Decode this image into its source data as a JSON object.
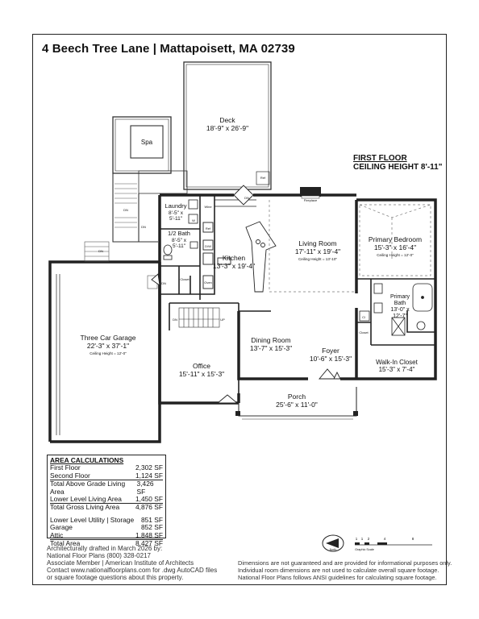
{
  "header": {
    "title": "4 Beech Tree Lane | Mattapoisett, MA 02739"
  },
  "floor_info": {
    "floor_name": "FIRST FLOOR",
    "ceiling": "CEILING HEIGHT 8'-11\""
  },
  "rooms": {
    "deck": {
      "name": "Deck",
      "dims": "18'-9\" x 26'-9\""
    },
    "spa": {
      "name": "Spa"
    },
    "laundry": {
      "name": "Laundry",
      "dims1": "8'-5\" x",
      "dims2": "5'-11\""
    },
    "half_bath": {
      "name": "1/2 Bath",
      "dims1": "8'-5\" x",
      "dims2": "5'-11\""
    },
    "kitchen": {
      "name": "Kitchen",
      "dims": "13'-3\" x 19'-4\""
    },
    "living": {
      "name": "Living Room",
      "dims": "17'-11\" x 19'-4\"",
      "ceiling": "Ceiling Height = 13'-10\""
    },
    "primary_bed": {
      "name": "Primary Bedroom",
      "dims": "15'-3\" x 16'-4\"",
      "ceiling": "Ceiling Height = 12'-0\""
    },
    "primary_bath": {
      "name1": "Primary",
      "name2": "Bath",
      "dims1": "13'-0\" x",
      "dims2": "12'-7\""
    },
    "garage": {
      "name": "Three Car Garage",
      "dims": "22'-3\" x 37'-1\"",
      "ceiling": "Ceiling Height = 12'-0\""
    },
    "office": {
      "name": "Office",
      "dims": "15'-11\" x 15'-3\""
    },
    "dining": {
      "name": "Dining Room",
      "dims": "13'-7\" x 15'-3\""
    },
    "foyer": {
      "name": "Foyer",
      "dims": "10'-6\" x 15'-3\""
    },
    "walkin": {
      "name": "Walk-In Closet",
      "dims": "15'-3\" x 7'-4\""
    },
    "porch": {
      "name": "Porch",
      "dims": "25'-6\" x 11'-0\""
    }
  },
  "small_labels": {
    "dn": "DN",
    "up": "UP",
    "ref": "Ref",
    "dw": "D/W",
    "wd": "W",
    "wine": "Wine",
    "closet": "Closet",
    "oven": "Oven",
    "fireplace": "Fireplace",
    "cl": "Cl"
  },
  "area_calc": {
    "heading": "AREA CALCULATIONS",
    "rows1": [
      {
        "label": "First Floor",
        "value": "2,302 SF"
      },
      {
        "label": "Second Floor",
        "value": "1,124 SF"
      },
      {
        "label": "Total Above Grade Living Area",
        "value": "3,426 SF"
      },
      {
        "label": "Lower Level Living Area",
        "value": "1,450 SF"
      },
      {
        "label": "Total Gross Living Area",
        "value": "4,876 SF"
      }
    ],
    "rows2": [
      {
        "label": "Lower Level Utility | Storage",
        "value": "851 SF"
      },
      {
        "label": "Garage",
        "value": "852 SF"
      },
      {
        "label": "Attic",
        "value": "1,848 SF"
      },
      {
        "label": "Total Area",
        "value": "8,427 SF"
      }
    ]
  },
  "credit": {
    "line1": "Architecturally drafted in March 2026 by:",
    "line2": "National Floor Plans  (800) 328-0217",
    "line3": "Associate Member | American Institute of Architects",
    "line4": "Contact www.nationalfloorplans.com for .dwg AutoCAD files",
    "line5": "or square footage questions about this property."
  },
  "disclaimer": {
    "line1": "Dimensions are not guaranteed and are provided for informational purposes only.",
    "line2": "Individual room dimensions are not used to calculate overall square footage.",
    "line3": "National Floor Plans follows ANSI guidelines for calculating square footage."
  },
  "north": {
    "label": "North"
  },
  "scale": {
    "ticks": [
      "1",
      "1",
      "2",
      "4",
      "8"
    ],
    "label": "Graphic Scale"
  }
}
